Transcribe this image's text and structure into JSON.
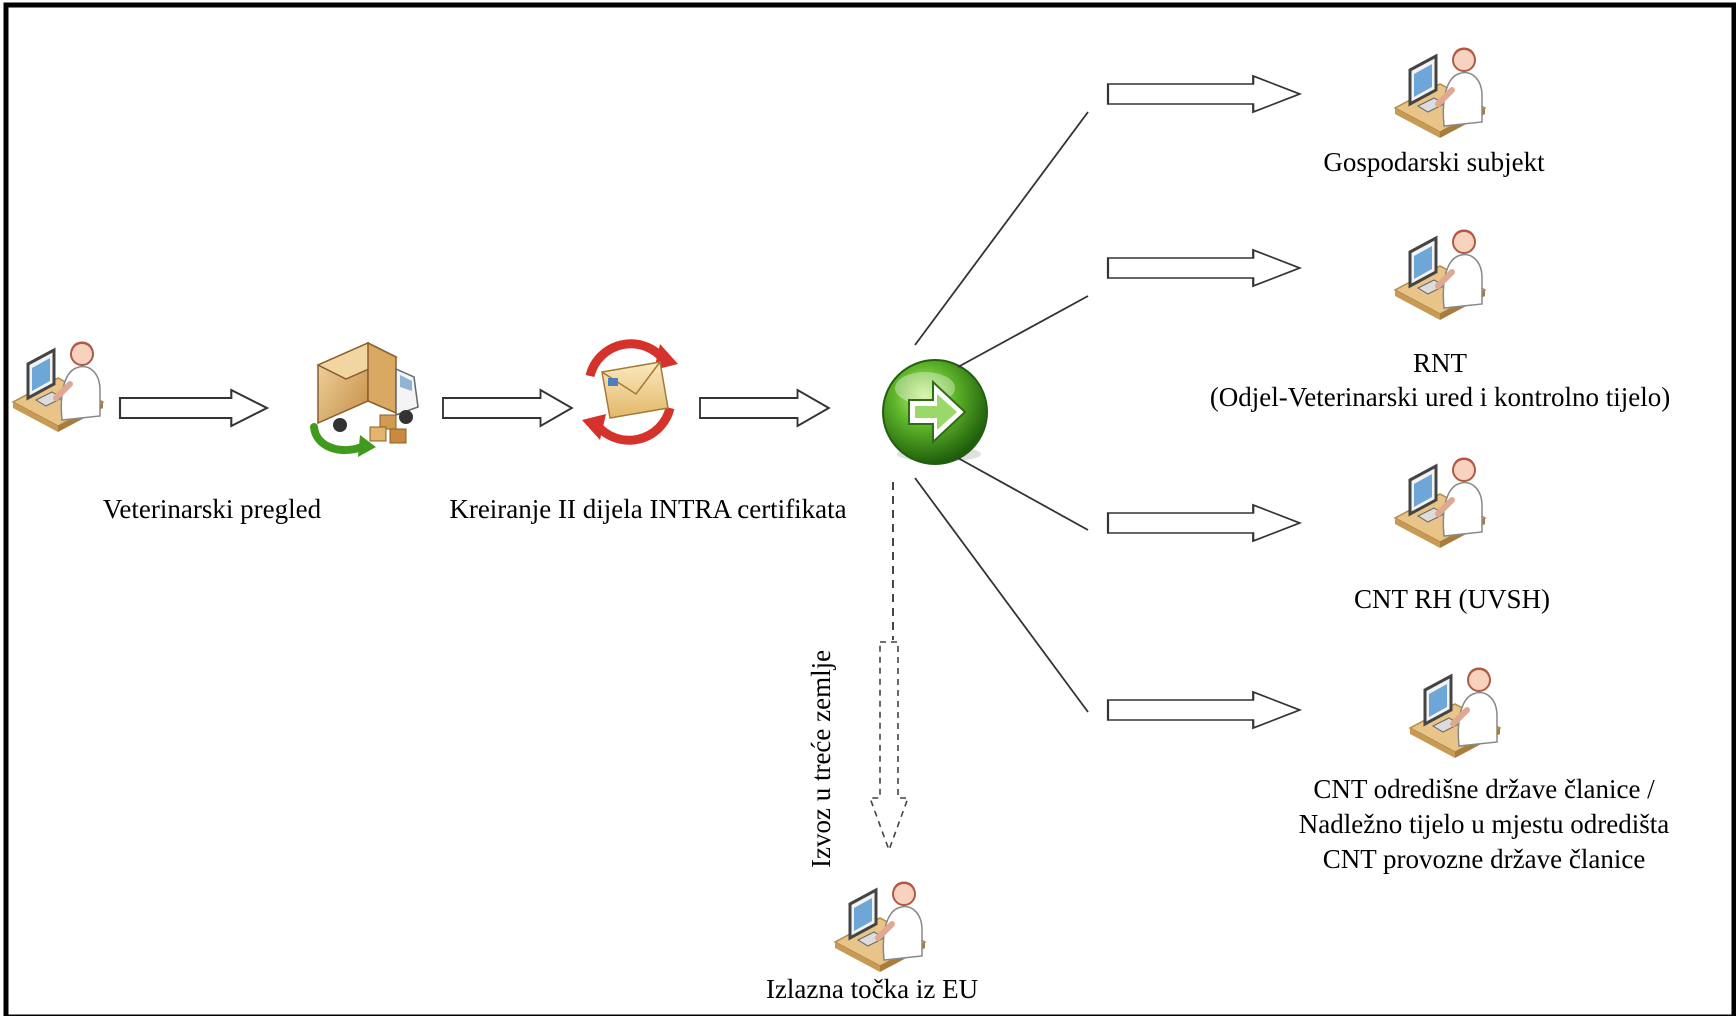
{
  "nodes": {
    "vet_inspection": "Veterinarski pregled",
    "create_cert": "Kreiranje II dijela INTRA certifikata",
    "exit_point": "Izlazna točka iz EU",
    "export_label": "Izvoz u treće zemlje",
    "economic_operator": "Gospodarski subjekt",
    "rnt_line1": "RNT",
    "rnt_line2": "(Odjel-Veterinarski ured i kontrolno tijelo)",
    "cnt_rh": "CNT RH (UVSH)",
    "cnt_dest_line1": "CNT odredišne države članice /",
    "cnt_dest_line2": "Nadležno tijelo u mjestu odredišta",
    "cnt_dest_line3": "CNT provozne države članice"
  },
  "icons": {
    "person": "person-at-computer-icon",
    "truck": "delivery-truck-icon",
    "envelope": "envelope-refresh-icon",
    "go": "green-arrow-button-icon"
  },
  "colors": {
    "border": "#000000",
    "green": "#3f9a1e",
    "red": "#d6322c",
    "desk": "#e6c48a"
  }
}
